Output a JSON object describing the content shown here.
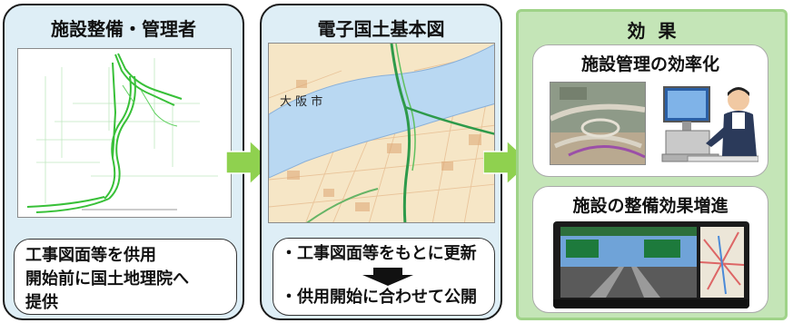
{
  "panels": {
    "left": {
      "title": "施設整備・管理者",
      "note_line1": "工事図面等を供用",
      "note_line2": "開始前に国土地理院へ",
      "note_line3": "提供"
    },
    "middle": {
      "title": "電子国土基本図",
      "map_label": "大 阪 市",
      "note_item1": "・工事図面等をもとに更新",
      "note_item2": "・供用開始に合わせて公開"
    },
    "right": {
      "title": "効果",
      "card1_title": "施設管理の効率化",
      "card2_title": "施設の整備効果増進"
    }
  },
  "colors": {
    "panel_blue": "#deeef6",
    "effect_green": "#c4e5b7",
    "arrow_green": "#8fd14f",
    "drawing_green": "#33bb33"
  },
  "icons": [
    "right-arrow",
    "down-arrow",
    "computer-user-icon",
    "navigation-screen"
  ]
}
